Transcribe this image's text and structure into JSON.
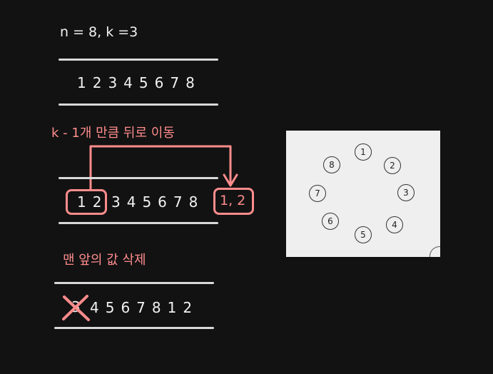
{
  "header": {
    "params_text": "n = 8, k =3"
  },
  "step1": {
    "sequence": "12345678"
  },
  "step2": {
    "label": "k - 1개 만큼 뒤로 이동",
    "sequence_boxed": "12",
    "sequence_rest": "345678",
    "moved_text": "1, 2"
  },
  "step3": {
    "label": "맨 앞의 값 삭제",
    "crossed_digit": "3",
    "sequence_rest": "4567812"
  },
  "circle": {
    "nodes": [
      "1",
      "2",
      "3",
      "4",
      "5",
      "6",
      "7",
      "8"
    ]
  },
  "colors": {
    "background": "#121212",
    "line": "#d9d9d9",
    "highlight": "#ff8c8c",
    "panel": "#efefef"
  }
}
